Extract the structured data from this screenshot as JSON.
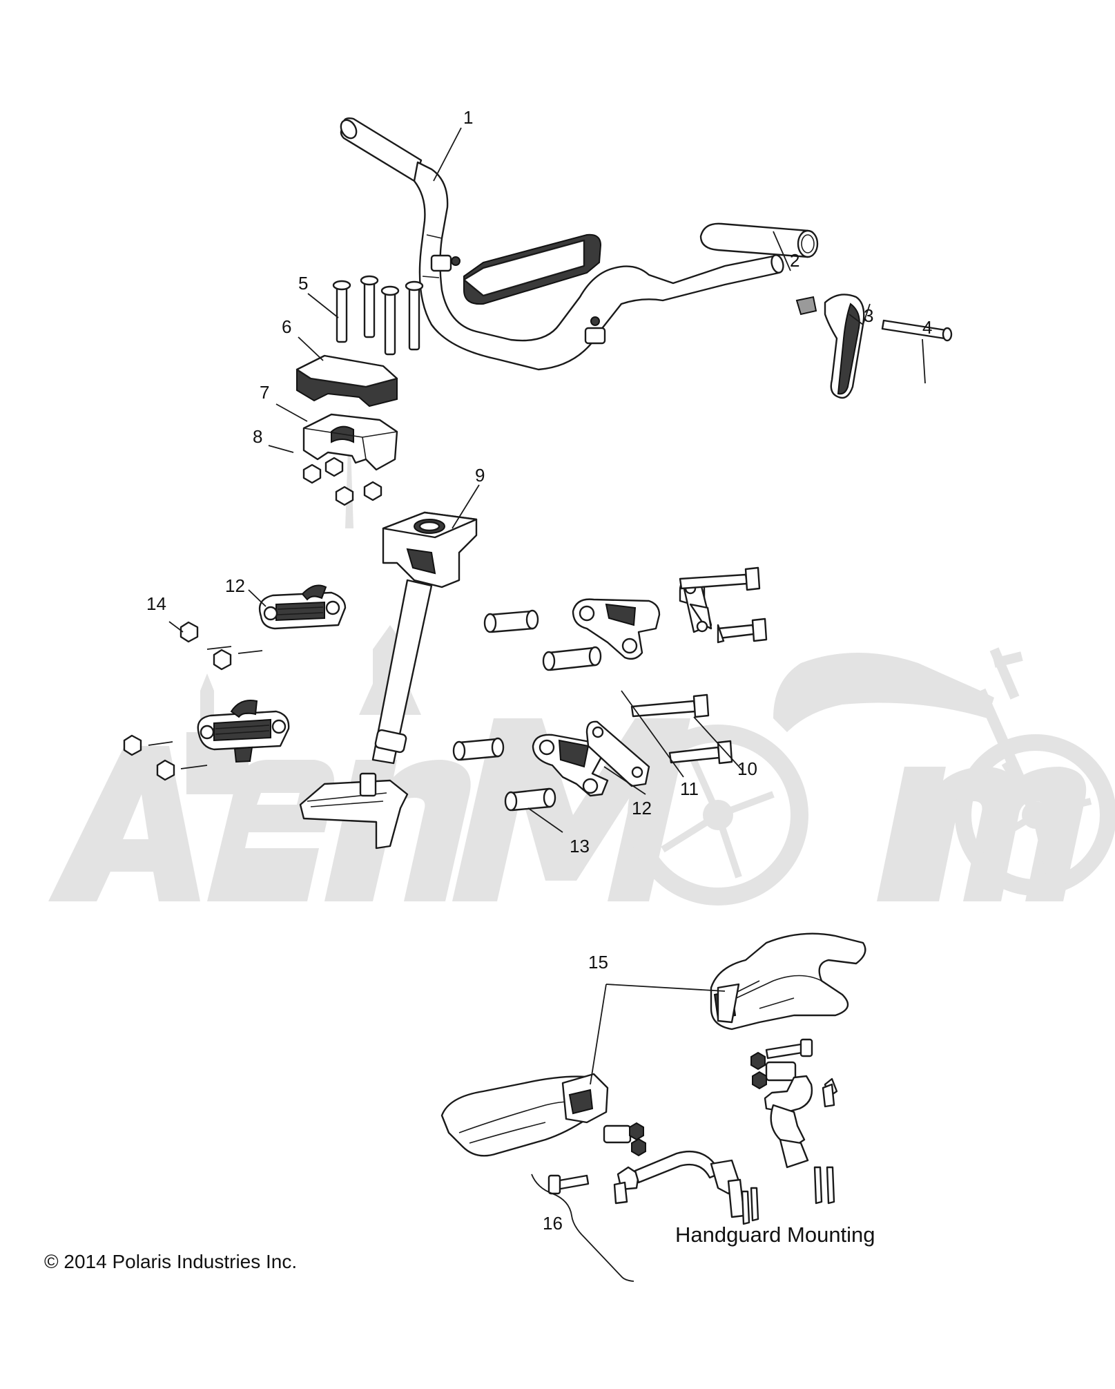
{
  "copyright": "© 2014 Polaris Industries Inc.",
  "section_title": "Handguard Mounting",
  "watermark_text": "AerMoto",
  "callouts": [
    {
      "id": "c1",
      "label": "1"
    },
    {
      "id": "c2",
      "label": "2"
    },
    {
      "id": "c3",
      "label": "3"
    },
    {
      "id": "c4",
      "label": "4"
    },
    {
      "id": "c5",
      "label": "5"
    },
    {
      "id": "c6",
      "label": "6"
    },
    {
      "id": "c7",
      "label": "7"
    },
    {
      "id": "c8",
      "label": "8"
    },
    {
      "id": "c9",
      "label": "9"
    },
    {
      "id": "c10",
      "label": "10"
    },
    {
      "id": "c11",
      "label": "11"
    },
    {
      "id": "c12a",
      "label": "12"
    },
    {
      "id": "c12b",
      "label": "12"
    },
    {
      "id": "c13",
      "label": "13"
    },
    {
      "id": "c14",
      "label": "14"
    },
    {
      "id": "c15",
      "label": "15"
    },
    {
      "id": "c16",
      "label": "16"
    }
  ]
}
